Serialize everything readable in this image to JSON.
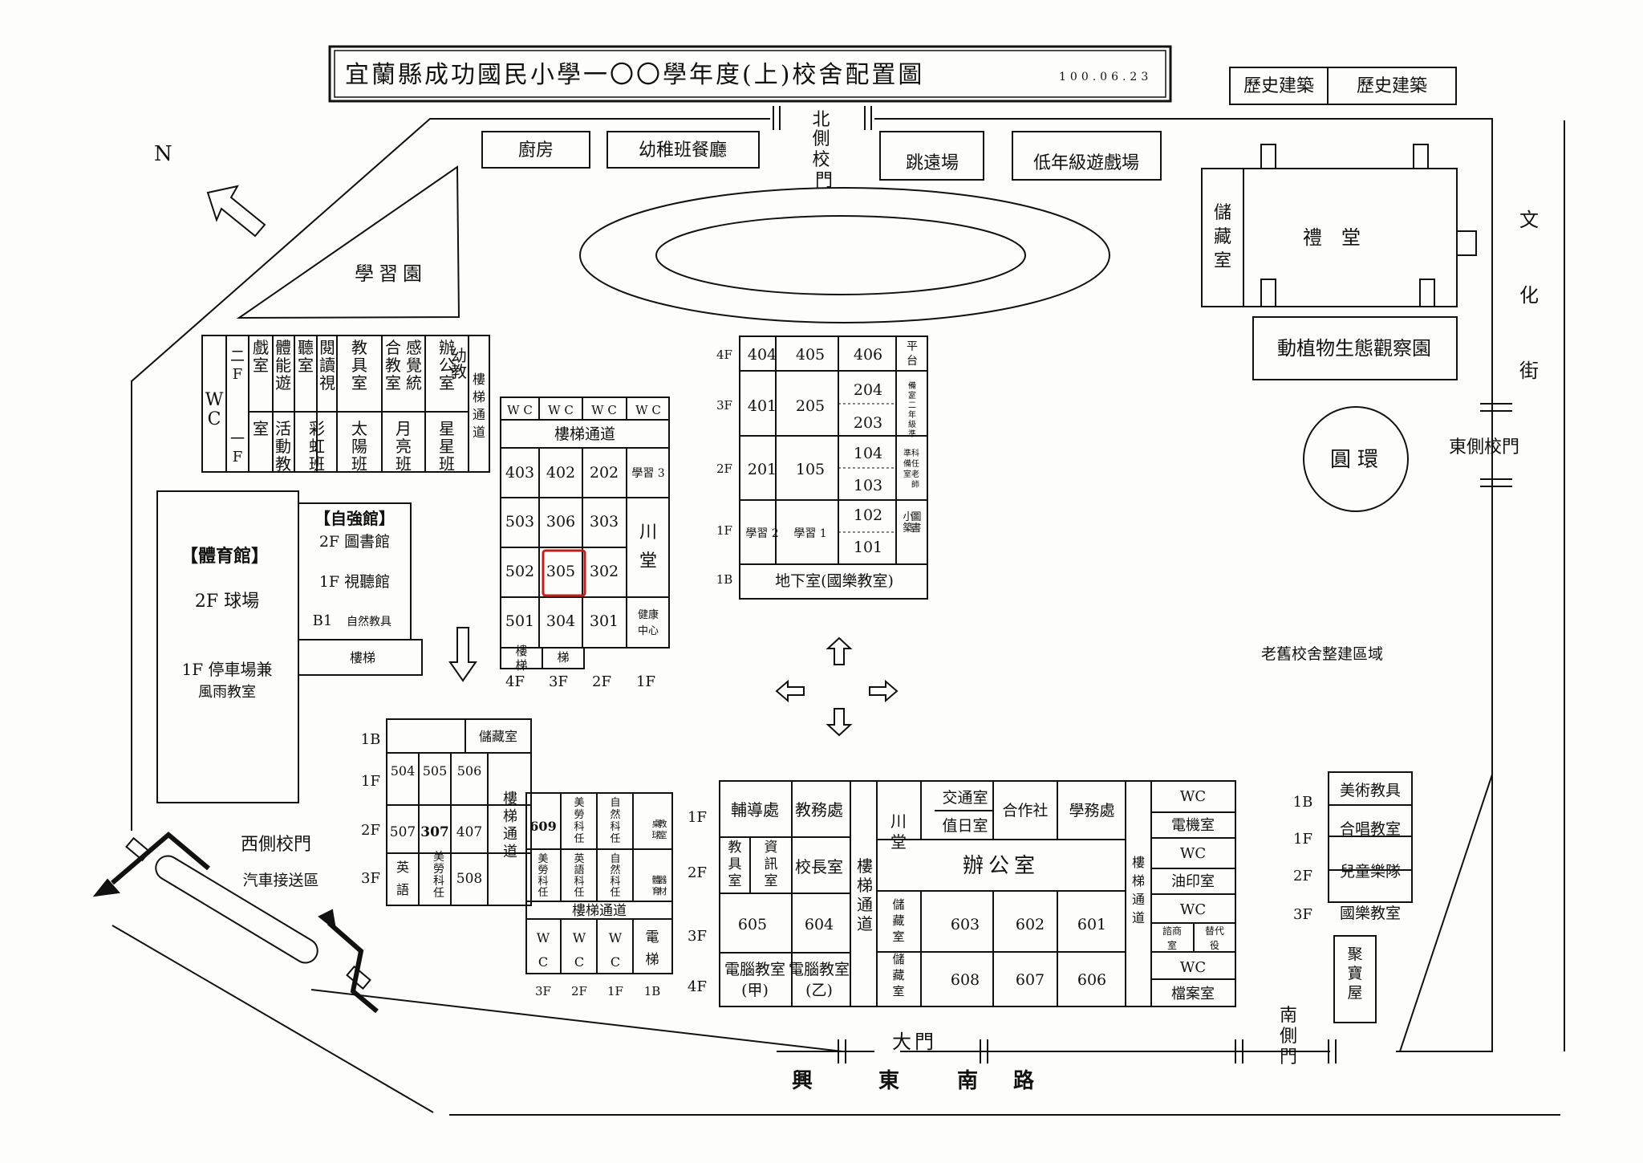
{
  "title": "宜蘭縣成功國民小學一〇〇學年度(上)校舍配置圖",
  "date": "100.06.23",
  "legend": [
    "歷史建築",
    "歷史建築"
  ],
  "compass": "N",
  "streets": {
    "east": "文化街",
    "south": "興東南路"
  },
  "gates": {
    "north": "北側校門",
    "east": "東側校門",
    "west": "西側校門",
    "south_side": "南側門",
    "main": "大門"
  },
  "top_row": [
    "廚房",
    "幼稚班餐廳",
    "跳遠場",
    "低年級遊戲場"
  ],
  "learning_garden": "學習園",
  "auditorium": {
    "name": "禮堂",
    "storage": "儲藏室"
  },
  "eco_garden": "動植物生態觀察園",
  "roundabout": "圓環",
  "renovation_area": "老舊校舍整建區域",
  "car_dropoff": "汽車接送區",
  "gym": {
    "title": "【體育館】",
    "f2": "2F 球場",
    "f1a": "1F 停車場兼",
    "f1b": "風雨教室"
  },
  "zijiang": {
    "title": "【自強館】",
    "f2": "2F 圖書館",
    "f1": "1F 視聽館",
    "b1a": "B1",
    "b1b": "自然教具",
    "stairs": "樓梯"
  },
  "west_block": {
    "wc": "WC",
    "floor_labels": [
      "二F",
      "一F"
    ],
    "upper": [
      "戲室",
      "體能遊",
      "聽室",
      "閱讀視",
      "教具室",
      "合教室",
      "感覺統",
      "辦公室",
      "幼教"
    ],
    "lower": [
      "室",
      "活動教",
      "彩虹班",
      "太陽班",
      "月亮班",
      "星星班"
    ],
    "stairs": "樓梯通道"
  },
  "center_block": {
    "wc": [
      "W C",
      "W C",
      "W C",
      "W C"
    ],
    "stairs": "樓梯通道",
    "rows": [
      [
        "403",
        "402",
        "202",
        "學習 3"
      ],
      [
        "503",
        "306",
        "303"
      ],
      [
        "502",
        "305",
        "302"
      ],
      [
        "501",
        "304",
        "301",
        "健康中心"
      ]
    ],
    "chuan": "川堂",
    "bottom_stairs": "樓梯",
    "floors": [
      "4F",
      "3F",
      "2F",
      "1F"
    ]
  },
  "ne_block": {
    "floors": [
      "4F",
      "3F",
      "2F",
      "1F",
      "1B"
    ],
    "r4": [
      "404",
      "405",
      "406",
      "平台"
    ],
    "r3": [
      "401",
      "205",
      "204",
      "203",
      "一、二年級準備室"
    ],
    "r2": [
      "201",
      "105",
      "104",
      "103",
      "科任老師準備室"
    ],
    "r1": [
      "學習 2",
      "學習 1",
      "102",
      "101",
      "圖書小築"
    ],
    "basement": "地下室(國樂教室)"
  },
  "sw_block": {
    "floors": [
      "1B",
      "1F",
      "2F",
      "3F"
    ],
    "storage": "儲藏室",
    "f1": [
      "504",
      "505",
      "506"
    ],
    "f2": [
      "507",
      "307",
      "407"
    ],
    "f3": [
      "英語",
      "美勞科任",
      "508"
    ],
    "stairs": "樓梯通道"
  },
  "sc_block": {
    "top": [
      "609",
      "美勞科任",
      "自然科任",
      "桌球教室"
    ],
    "mid": [
      "美勞科任",
      "英語科任",
      "自然科任",
      "體育器材"
    ],
    "stairs": "樓梯通道",
    "wc": [
      "WC",
      "WC",
      "WC"
    ],
    "elevator": "電梯",
    "floors": [
      "3F",
      "2F",
      "1F",
      "1B"
    ]
  },
  "admin_block": {
    "floors": [
      "1F",
      "2F",
      "3F",
      "4F"
    ],
    "r1": [
      "輔導處",
      "教務處"
    ],
    "r2": [
      "教具室",
      "資訊室",
      "校長室"
    ],
    "r3": [
      "605",
      "604"
    ],
    "r4": [
      "電腦教室(甲)",
      "電腦教室(乙)"
    ],
    "stairs1": "樓梯通道",
    "chuan": "川堂",
    "jiaotong": "交通室",
    "zhiri": "值日室",
    "coop": "合作社",
    "xuewu": "學務處",
    "office": "辦公室",
    "storage1": "儲藏室",
    "storage2": "儲藏室",
    "r603": [
      "603",
      "602",
      "601"
    ],
    "r608": [
      "608",
      "607",
      "606"
    ],
    "stairs2": "樓梯通道",
    "right": [
      "WC",
      "電機室",
      "WC",
      "油印室",
      "WC",
      "諮商室",
      "替代役",
      "WC",
      "檔案室"
    ]
  },
  "se_block": {
    "floors": [
      "1B",
      "1F",
      "2F",
      "3F"
    ],
    "rooms": [
      "美術教具",
      "合唱教室",
      "兒童樂隊",
      "國樂教室"
    ],
    "jubao": "聚寶屋"
  },
  "highlight_room": "305",
  "colors": {
    "line": "#111111",
    "highlight": "#c0201a",
    "bg": "#fdfdfb"
  }
}
